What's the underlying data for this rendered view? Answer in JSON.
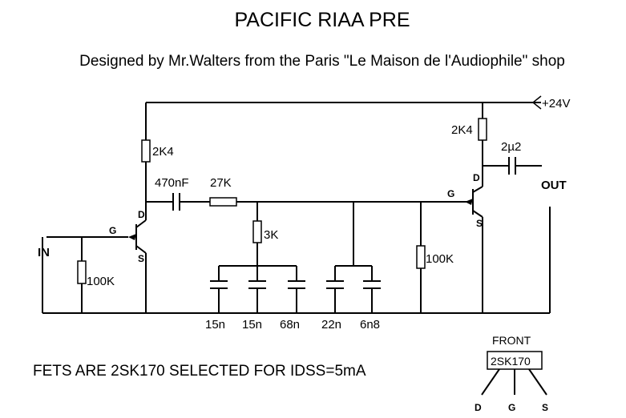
{
  "title": "PACIFIC RIAA PRE",
  "subtitle": "Designed by Mr.Walters from the Paris \"Le Maison de l'Audiophile\" shop",
  "note": "FETS ARE 2SK170 SELECTED FOR IDSS=5mA",
  "supply": "+24V",
  "input_label": "IN",
  "output_label": "OUT",
  "components": {
    "r_drain1": "2K4",
    "r_drain2": "2K4",
    "c_coupling": "470nF",
    "r_series": "27K",
    "r_3k": "3K",
    "r_in": "100K",
    "r_gate2": "100K",
    "c_out": "2µ2"
  },
  "caps": [
    "15n",
    "15n",
    "68n",
    "22n",
    "6n8"
  ],
  "fet_pins": {
    "d": "D",
    "g": "G",
    "s": "S"
  },
  "package": {
    "front": "FRONT",
    "part": "2SK170",
    "pins": [
      "D",
      "G",
      "S"
    ]
  }
}
